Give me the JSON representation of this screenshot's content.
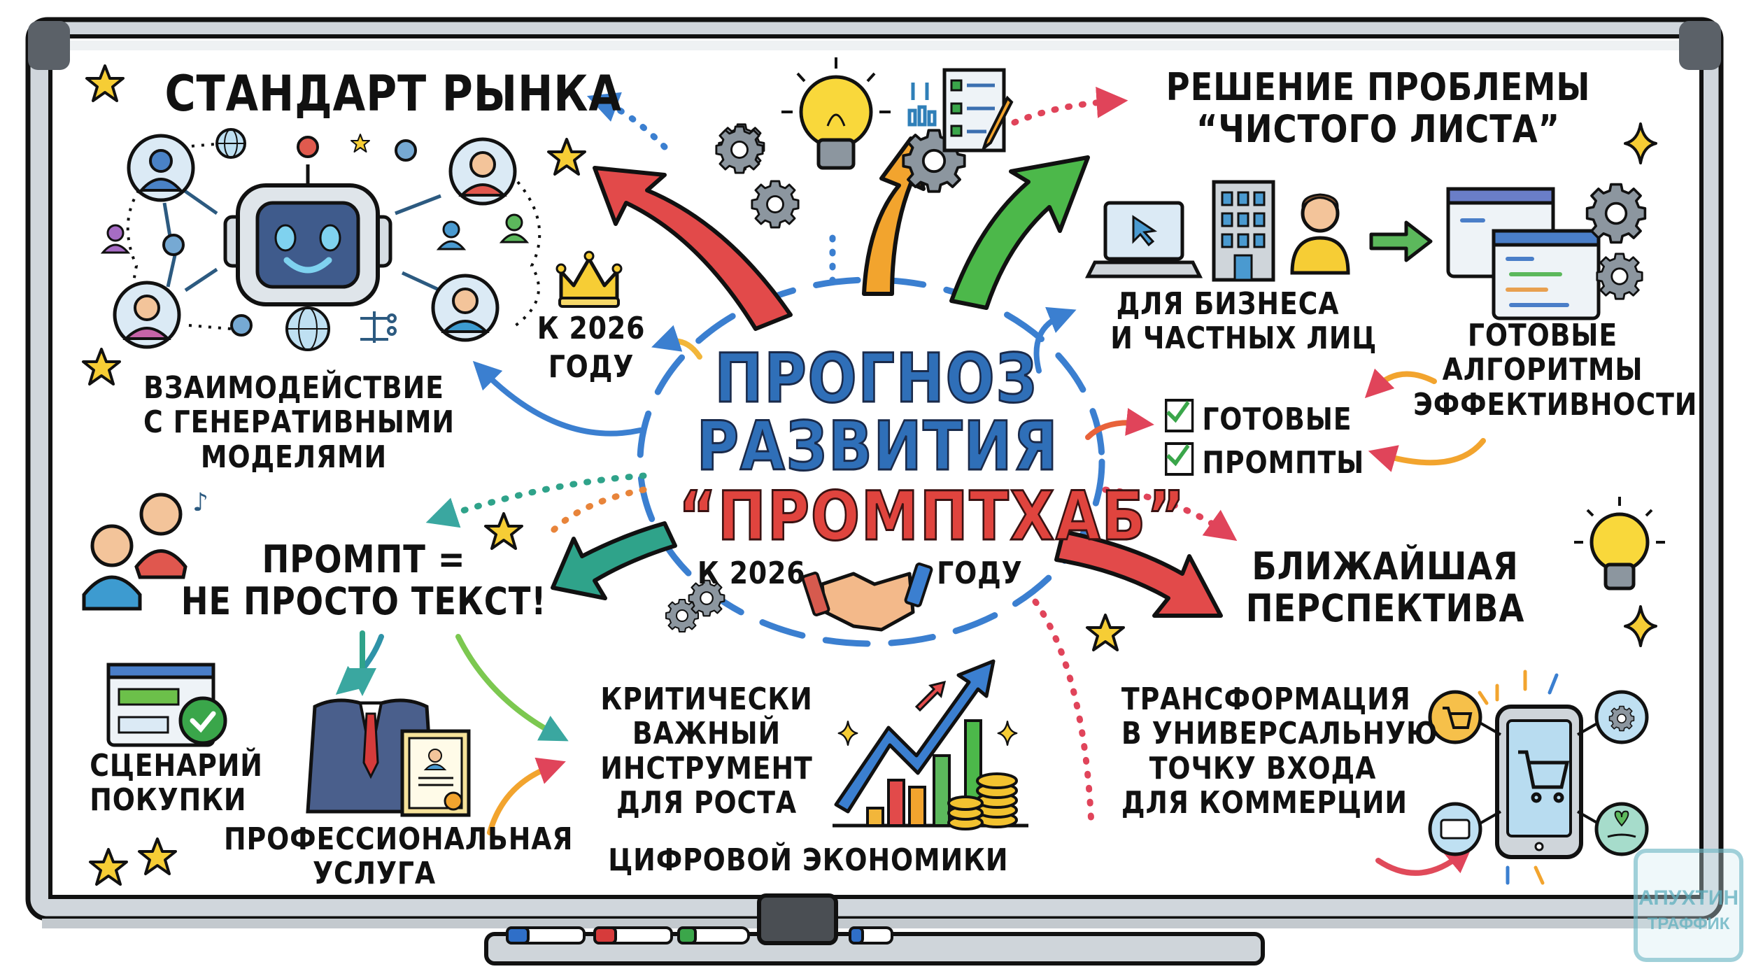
{
  "board": {
    "frame_color": "#bfc6cc",
    "frame_outline": "#111111",
    "surface_color": "#ffffff"
  },
  "center": {
    "line1": "ПРОГНОЗ",
    "line2": "РАЗВИТИЯ",
    "line3": "“ПРОМПТХАБ”",
    "year_left": "К 2026",
    "year_right": "ГОДУ",
    "blue": "#2f6fb8",
    "red": "#e0443e"
  },
  "market_standard": {
    "title": "СТАНДАРТ РЫНКА",
    "crown_caption_line1": "К 2026",
    "crown_caption_line2": "ГОДУ",
    "subtitle_line1": "ВЗАИМОДЕЙСТВИЕ",
    "subtitle_line2": "С ГЕНЕРАТИВНЫМИ",
    "subtitle_line3": "МОДЕЛЯМИ"
  },
  "blank_sheet": {
    "title_line1": "РЕШЕНИЕ ПРОБЛЕМЫ",
    "title_line2": "“ЧИСТОГО ЛИСТА”",
    "audience_line1": "ДЛЯ БИЗНЕСА",
    "audience_line2": "И ЧАСТНЫХ ЛИЦ",
    "algorithms_line1": "ГОТОВЫЕ",
    "algorithms_line2": "АЛГОРИТМЫ",
    "algorithms_line3": "ЭФФЕКТИВНОСТИ",
    "checklist": [
      "ГОТОВЫЕ",
      "ПРОМПТЫ"
    ]
  },
  "prompt": {
    "title_line1": "ПРОМПТ =",
    "title_line2": "НЕ ПРОСТО ТЕКСТ!",
    "scenario_line1": "СЦЕНАРИЙ",
    "scenario_line2": "ПОКУПКИ",
    "service_line1": "ПРОФЕССИОНАЛЬНАЯ",
    "service_line2": "УСЛУГА"
  },
  "economy": {
    "line1": "КРИТИЧЕСКИ",
    "line2": "ВАЖНЫЙ",
    "line3": "ИНСТРУМЕНТ",
    "line4": "ДЛЯ РОСТА",
    "line5": "ЦИФРОВОЙ ЭКОНОМИКИ"
  },
  "perspective": {
    "title_line1": "БЛИЖАЙШАЯ",
    "title_line2": "ПЕРСПЕКТИВА",
    "desc_line1": "ТРАНСФОРМАЦИЯ",
    "desc_line2": "В УНИВЕРСАЛЬНУЮ",
    "desc_line3": "ТОЧКУ ВХОДА",
    "desc_line4": "ДЛЯ КОММЕРЦИИ"
  },
  "watermark": {
    "line1": "АПУХТИН",
    "line2": "ТРАФФИК"
  },
  "icons": [
    "star-icon",
    "robot-icon",
    "user-avatar-icon",
    "globe-icon",
    "crown-icon",
    "lightbulb-icon",
    "gear-icon",
    "checklist-icon",
    "pencil-icon",
    "laptop-icon",
    "building-icon",
    "person-icon",
    "code-window-icon",
    "handshake-icon",
    "browser-check-icon",
    "suit-icon",
    "certificate-icon",
    "growth-chart-icon",
    "coins-icon",
    "smartphone-icon",
    "cart-icon",
    "card-icon",
    "heart-hand-icon",
    "marker-icon",
    "eraser-icon"
  ]
}
